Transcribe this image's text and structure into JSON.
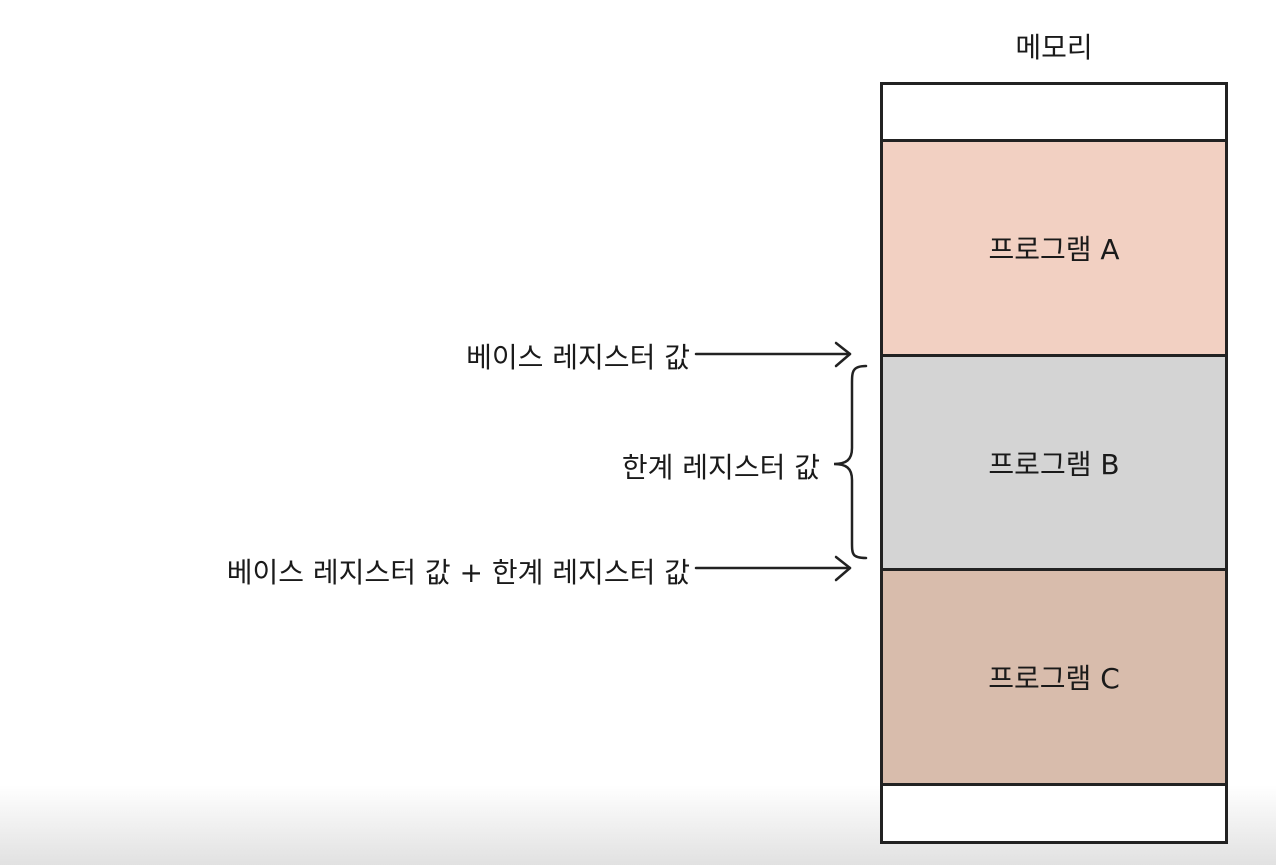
{
  "memory": {
    "title": "메모리",
    "blocks": [
      {
        "label": "",
        "color": "#ffffff"
      },
      {
        "label": "프로그램 A",
        "color": "#f2d0c2"
      },
      {
        "label": "프로그램 B",
        "color": "#d4d4d4"
      },
      {
        "label": "프로그램 C",
        "color": "#d8bcac"
      },
      {
        "label": "",
        "color": "#ffffff"
      }
    ]
  },
  "annotations": {
    "base": "베이스 레지스터 값",
    "limit": "한계 레지스터 값",
    "sum": "베이스 레지스터 값 + 한계 레지스터 값"
  }
}
